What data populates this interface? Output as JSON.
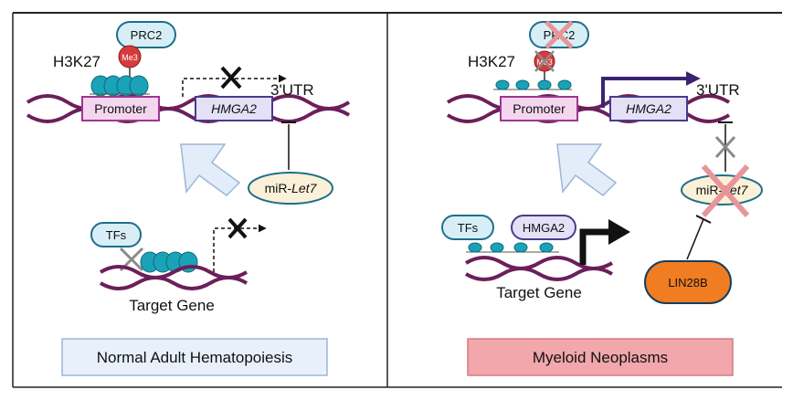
{
  "colors": {
    "dna": "#6b1f5a",
    "promoter_fill": "#f4d7ef",
    "promoter_stroke": "#a0368f",
    "gene_fill": "#e4e1f6",
    "gene_stroke": "#4a3a8c",
    "nucleosome": "#1aa3b8",
    "me3": "#d63b3b",
    "prc2_fill": "#d8eef6",
    "prc2_stroke": "#1d6f8a",
    "mirna_fill": "#fbf1d8",
    "mirna_stroke": "#1d6f8a",
    "lin28b": "#f07d22",
    "normal_box": "#e8f0fb",
    "neoplasm_box": "#f1a7ab",
    "arrow_down": "#e3edf9",
    "active_arrow": "#3a2472",
    "cross_red": "#e8959a",
    "cross_grey": "#8a8a8a"
  },
  "left_panel": {
    "mark_label": "H3K27",
    "complex_label": "PRC2",
    "methyl_label": "Me3",
    "promoter_label": "Promoter",
    "gene_label": "HMGA2",
    "utr_label": "3'UTR",
    "mirna_prefix": "miR-",
    "mirna_italic": "Let7",
    "tfs_label": "TFs",
    "target_label": "Target Gene",
    "panel_title": "Normal Adult Hematopoiesis"
  },
  "right_panel": {
    "mark_label": "H3K27",
    "complex_label": "PRC2",
    "methyl_label": "Me3",
    "promoter_label": "Promoter",
    "gene_label": "HMGA2",
    "utr_label": "3'UTR",
    "mirna_prefix": "miR-",
    "mirna_italic": "Let7",
    "tfs_label": "TFs",
    "hmga2_factor_label": "HMGA2",
    "target_label": "Target Gene",
    "lin28b_label": "LIN28B",
    "panel_title": "Myeloid Neoplasms"
  }
}
